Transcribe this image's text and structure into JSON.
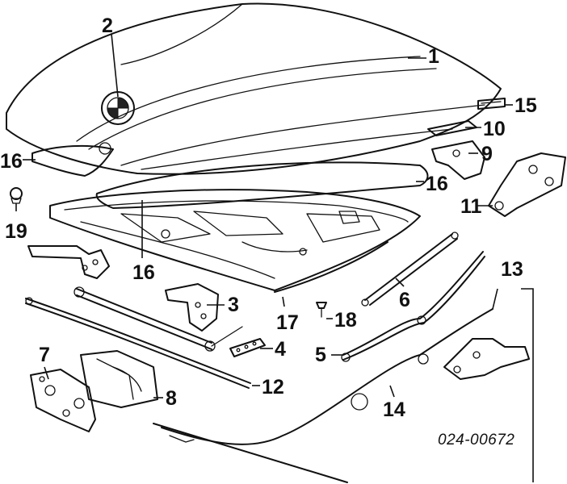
{
  "callouts": {
    "c1": "1",
    "c2": "2",
    "c3": "3",
    "c4": "4",
    "c5": "5",
    "c6": "6",
    "c7": "7",
    "c8": "8",
    "c9": "9",
    "c10": "10",
    "c11": "11",
    "c12": "12",
    "c13": "13",
    "c14": "14",
    "c15": "15",
    "c16a": "16",
    "c16b": "16",
    "c16c": "16",
    "c17": "17",
    "c18": "18",
    "c19": "19"
  },
  "catalog_number": "024-00672"
}
